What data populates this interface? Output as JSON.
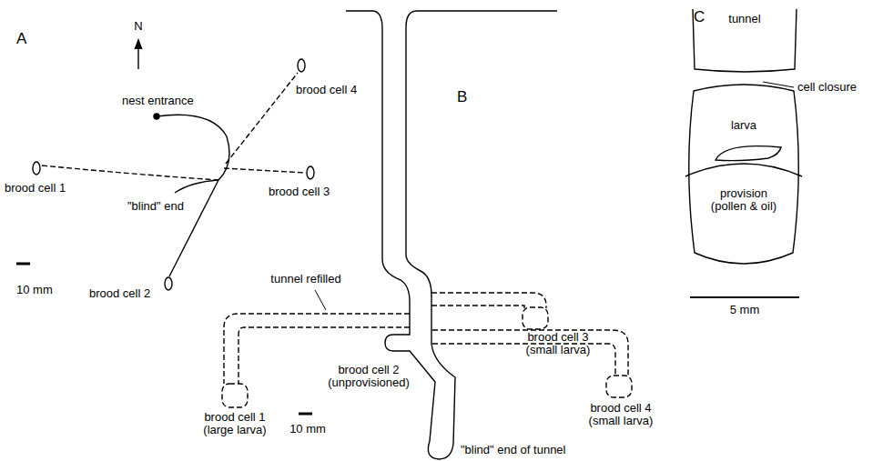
{
  "diagram": {
    "nodes": [
      {
        "text": [
          "tunnel"
        ]
      },
      {
        "text": [
          "larva"
        ]
      },
      {
        "text": [
          "provision (pollen & oil)"
        ],
        "in": 1
      }
    ],
    "labels": [
      "A",
      "N",
      "nest entrance",
      "brood cell 4",
      "brood cell 1",
      "\"blind\" end",
      "brood cell 3",
      "brood cell 2",
      "10 mm",
      "B",
      "tunnel refilled",
      "brood cell 3 (small larva)",
      "brood cell 1 (large larva)",
      "brood cell 2 (unprovisioned)",
      "brood cell 4 (small larva)",
      "\"blind\" end of tunnel",
      "10 mm",
      "C",
      "cell closure",
      "5 mm"
    ]
  }
}
